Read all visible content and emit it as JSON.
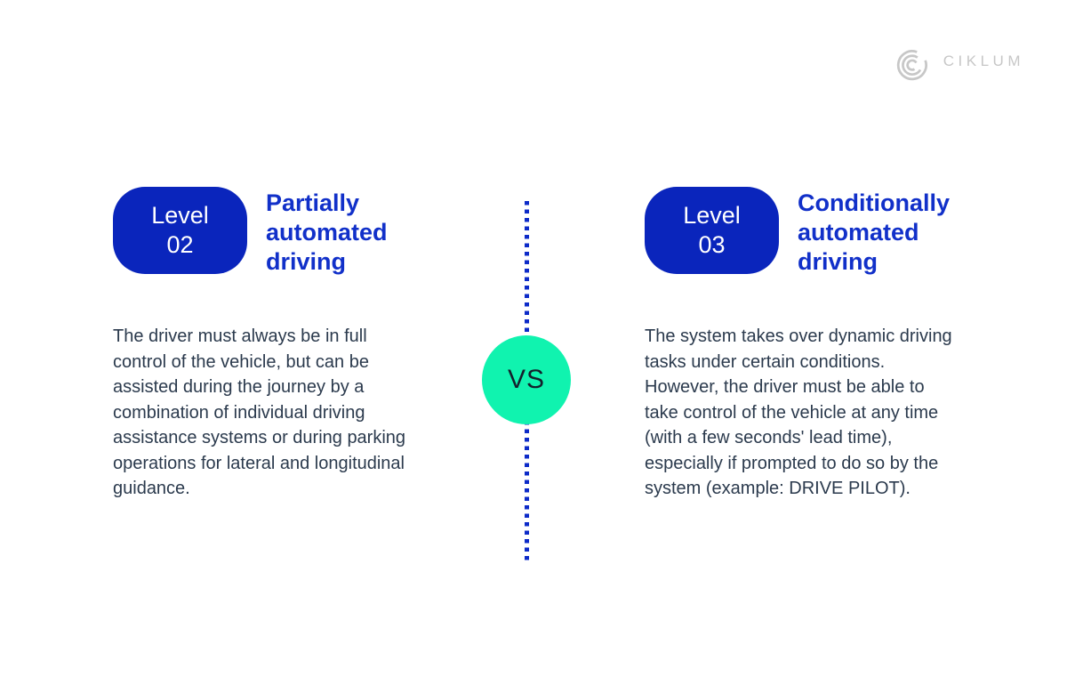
{
  "brand": {
    "logo_text": "CIKLUM",
    "logo_icon": "ciklum-arcs-icon"
  },
  "divider": {
    "vs_label": "VS"
  },
  "colors": {
    "accent_blue": "#0a25bc",
    "heading_blue": "#1130c9",
    "line_blue": "#0d2bc8",
    "text_dark": "#2b3a4d",
    "vs_green": "#10f3af",
    "vs_text": "#14202c",
    "logo_gray": "#c7c7c7"
  },
  "cards": [
    {
      "level_label": "Level",
      "level_number": "02",
      "title": "Partially automated driving",
      "description": "The driver must always be in full control of the vehicle, but can be assisted during the journey by a combination of individual driving assistance systems or during parking operations for lateral and longitudinal guidance."
    },
    {
      "level_label": "Level",
      "level_number": "03",
      "title": "Conditionally automated driving",
      "description": "The system takes over dynamic driving tasks under certain conditions. However, the driver must be able to take control of the vehicle at any time (with a few seconds' lead time), especially if prompted to do so by the system (example: DRIVE PILOT)."
    }
  ]
}
